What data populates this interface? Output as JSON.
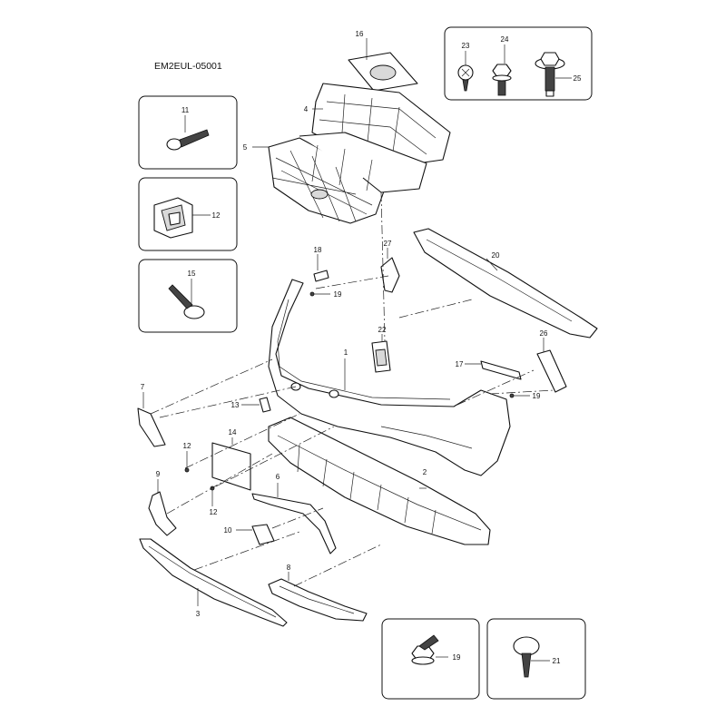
{
  "diagram": {
    "code": "EM2EUL-05001",
    "labels": {
      "p1": "1",
      "p2": "2",
      "p3": "3",
      "p4": "4",
      "p5": "5",
      "p6": "6",
      "p7": "7",
      "p8": "8",
      "p9": "9",
      "p10": "10",
      "p11": "11",
      "p12a": "12",
      "p12b": "12",
      "p12c": "12",
      "p13": "13",
      "p14": "14",
      "p15": "15",
      "p16": "16",
      "p17": "17",
      "p18": "18",
      "p19a": "19",
      "p19b": "19",
      "p19c": "19",
      "p20": "20",
      "p21": "21",
      "p22": "22",
      "p23": "23",
      "p24": "24",
      "p25": "25",
      "p26": "26",
      "p27": "27"
    }
  }
}
